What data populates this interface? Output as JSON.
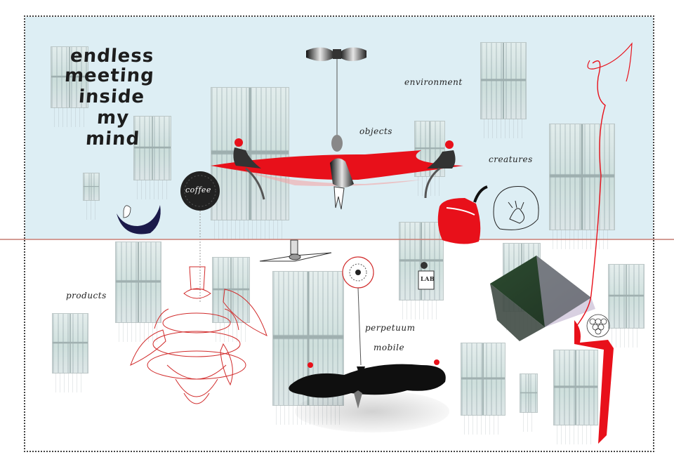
{
  "title_lines": [
    "endless",
    "meeting",
    "inside",
    "my",
    "mind"
  ],
  "labels": {
    "environment": "environment",
    "objects": "objects",
    "creatures": "creatures",
    "products": "products",
    "perpetuum": "perpetuum",
    "mobile": "mobile",
    "coffee": "coffee",
    "lab_sign": "LAB"
  },
  "colors": {
    "sky": "#ddeef4",
    "accent_red": "#e8101a",
    "dark": "#111111",
    "cube": "#2e4a32"
  }
}
